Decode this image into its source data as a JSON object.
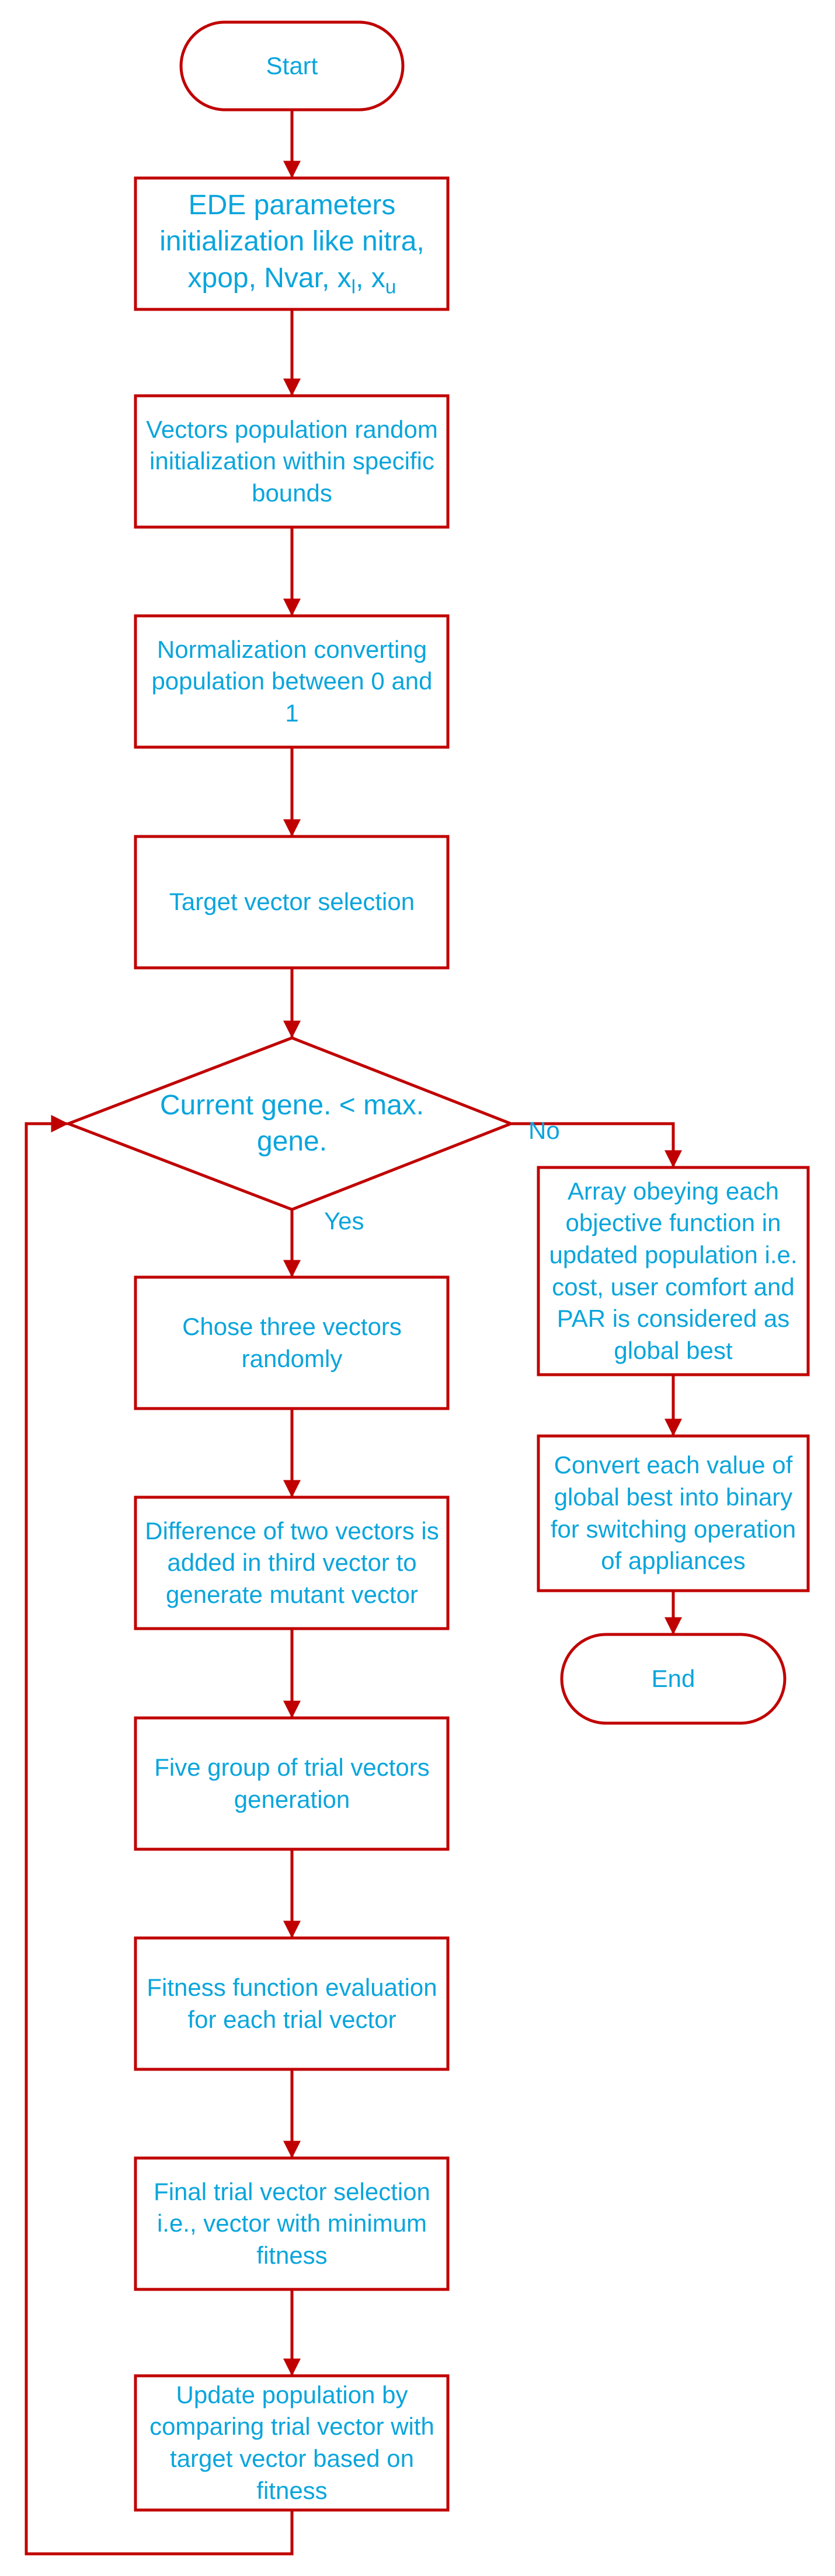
{
  "colors": {
    "stroke": "#c00000",
    "text": "#0aa5dc",
    "background": "#ffffff"
  },
  "nodes": {
    "start": "Start",
    "init_params": "EDE parameters initialization like nitra, xpop, Nvar,",
    "init_xl": "x",
    "init_xl_sub": "l",
    "init_sep": ",",
    "init_xu": "x",
    "init_xu_sub": "u",
    "vectors_init": "Vectors population random initialization within specific bounds",
    "normalization": "Normalization converting population between 0 and 1",
    "target_selection": "Target vector selection",
    "decision": "Current gene. < max. gene.",
    "chose_three": "Chose three vectors randomly",
    "difference": "Difference of two vectors is added in third vector to generate mutant vector",
    "five_group": "Five group of trial vectors generation",
    "fitness_eval": "Fitness function evaluation for each trial vector",
    "final_selection": "Final trial vector selection i.e., vector with minimum fitness",
    "update_population": "Update population by comparing trial vector with target vector based on fitness",
    "array_obeying": "Array obeying each objective function in updated population i.e. cost, user comfort and PAR is considered as global best",
    "convert_binary": "Convert each value of global best into binary for switching operation of appliances",
    "end": "End"
  },
  "edges": {
    "yes": "Yes",
    "no": "No"
  }
}
